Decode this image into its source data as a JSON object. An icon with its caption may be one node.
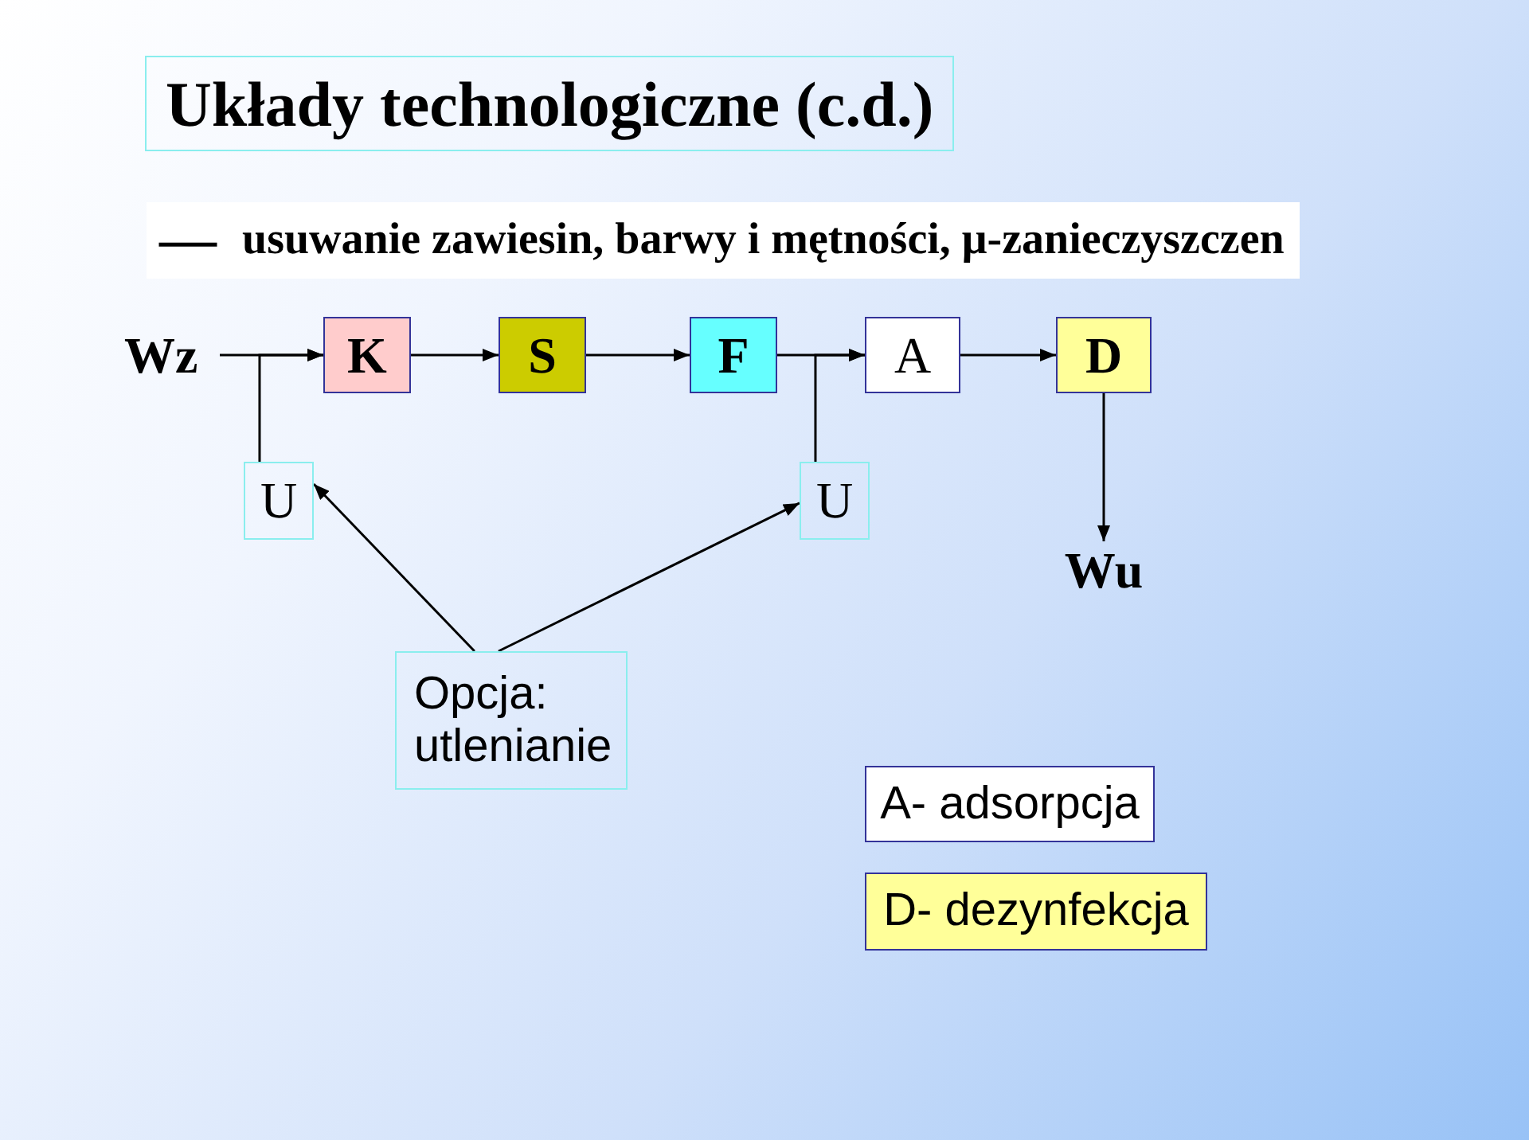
{
  "diagram": {
    "title": "Układy technologiczne (c.d.)",
    "nodes": [
      {
        "text": [
          "Wz"
        ]
      },
      {
        "text": [
          "K"
        ]
      },
      {
        "text": [
          "S"
        ]
      },
      {
        "text": [
          "F"
        ]
      },
      {
        "text": [
          "A"
        ]
      },
      {
        "text": [
          "D"
        ]
      },
      {
        "text": [
          "U"
        ]
      },
      {
        "text": [
          "U"
        ]
      },
      {
        "text": [
          "Wu"
        ]
      },
      {
        "text": [
          "Opcja: utlenianie"
        ]
      },
      {
        "text": [
          "A- adsorpcja"
        ]
      },
      {
        "text": [
          "D- dezynfekcja"
        ]
      }
    ],
    "edges": [
      {
        "from": 0,
        "to": 1,
        "arrow": "to"
      },
      {
        "from": 1,
        "to": 2,
        "arrow": "to"
      },
      {
        "from": 2,
        "to": 3,
        "arrow": "to"
      },
      {
        "from": 3,
        "to": 4,
        "arrow": "to"
      },
      {
        "from": 4,
        "to": 5,
        "arrow": "to"
      },
      {
        "from": 5,
        "to": 8,
        "arrow": "to"
      },
      {
        "from": 6,
        "to": 1,
        "arrow": "to"
      },
      {
        "from": 7,
        "to": 4,
        "arrow": "to"
      },
      {
        "from": 9,
        "to": 6,
        "arrow": "to"
      },
      {
        "from": 9,
        "to": 7,
        "arrow": "to"
      }
    ],
    "labels": [
      "—",
      "usuwanie zawiesin, barwy i mętności, μ-zanieczyszczen"
    ]
  }
}
